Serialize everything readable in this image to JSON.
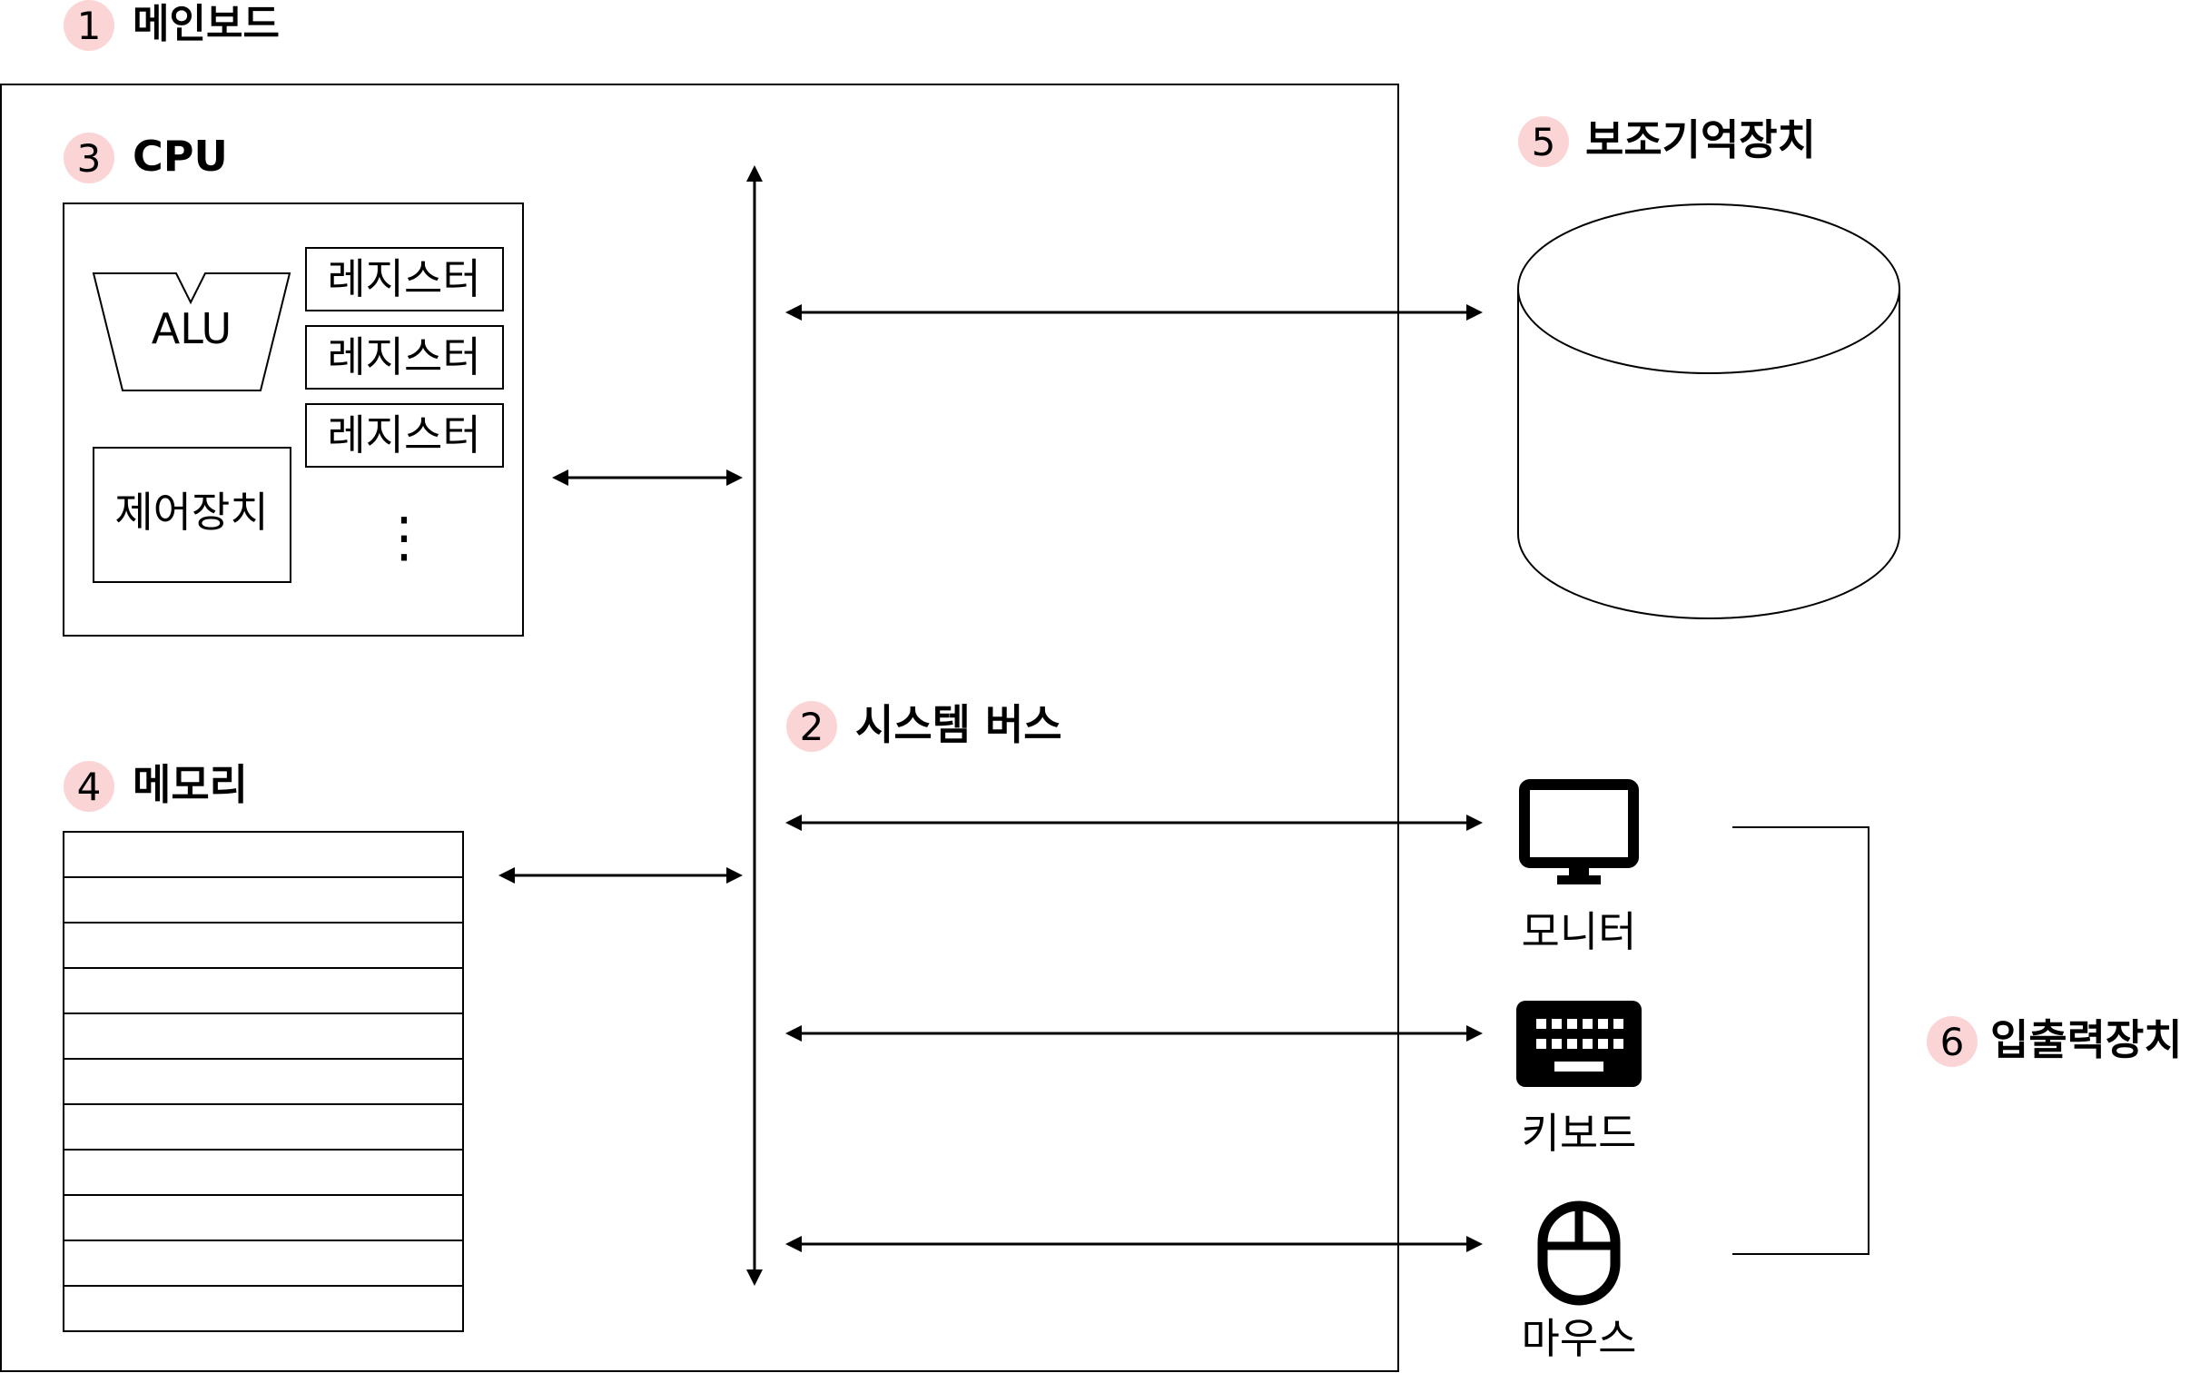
{
  "colors": {
    "line": "#000000",
    "badge_fill": "#fbd5d6",
    "background": "#ffffff"
  },
  "motherboard": {
    "number": "1",
    "label": "메인보드"
  },
  "cpu": {
    "number": "3",
    "label": "CPU",
    "alu_label": "ALU",
    "registers": [
      "레지스터",
      "레지스터",
      "레지스터"
    ],
    "ellipsis": "⋮",
    "control_unit_label": "제어장치"
  },
  "system_bus": {
    "number": "2",
    "label": "시스템 버스"
  },
  "memory": {
    "number": "4",
    "label": "메모리",
    "rows": 11
  },
  "storage": {
    "number": "5",
    "label": "보조기억장치"
  },
  "io": {
    "number": "6",
    "label": "입출력장치",
    "devices": [
      {
        "icon": "monitor-icon",
        "label": "모니터"
      },
      {
        "icon": "keyboard-icon",
        "label": "키보드"
      },
      {
        "icon": "mouse-icon",
        "label": "마우스"
      }
    ]
  }
}
